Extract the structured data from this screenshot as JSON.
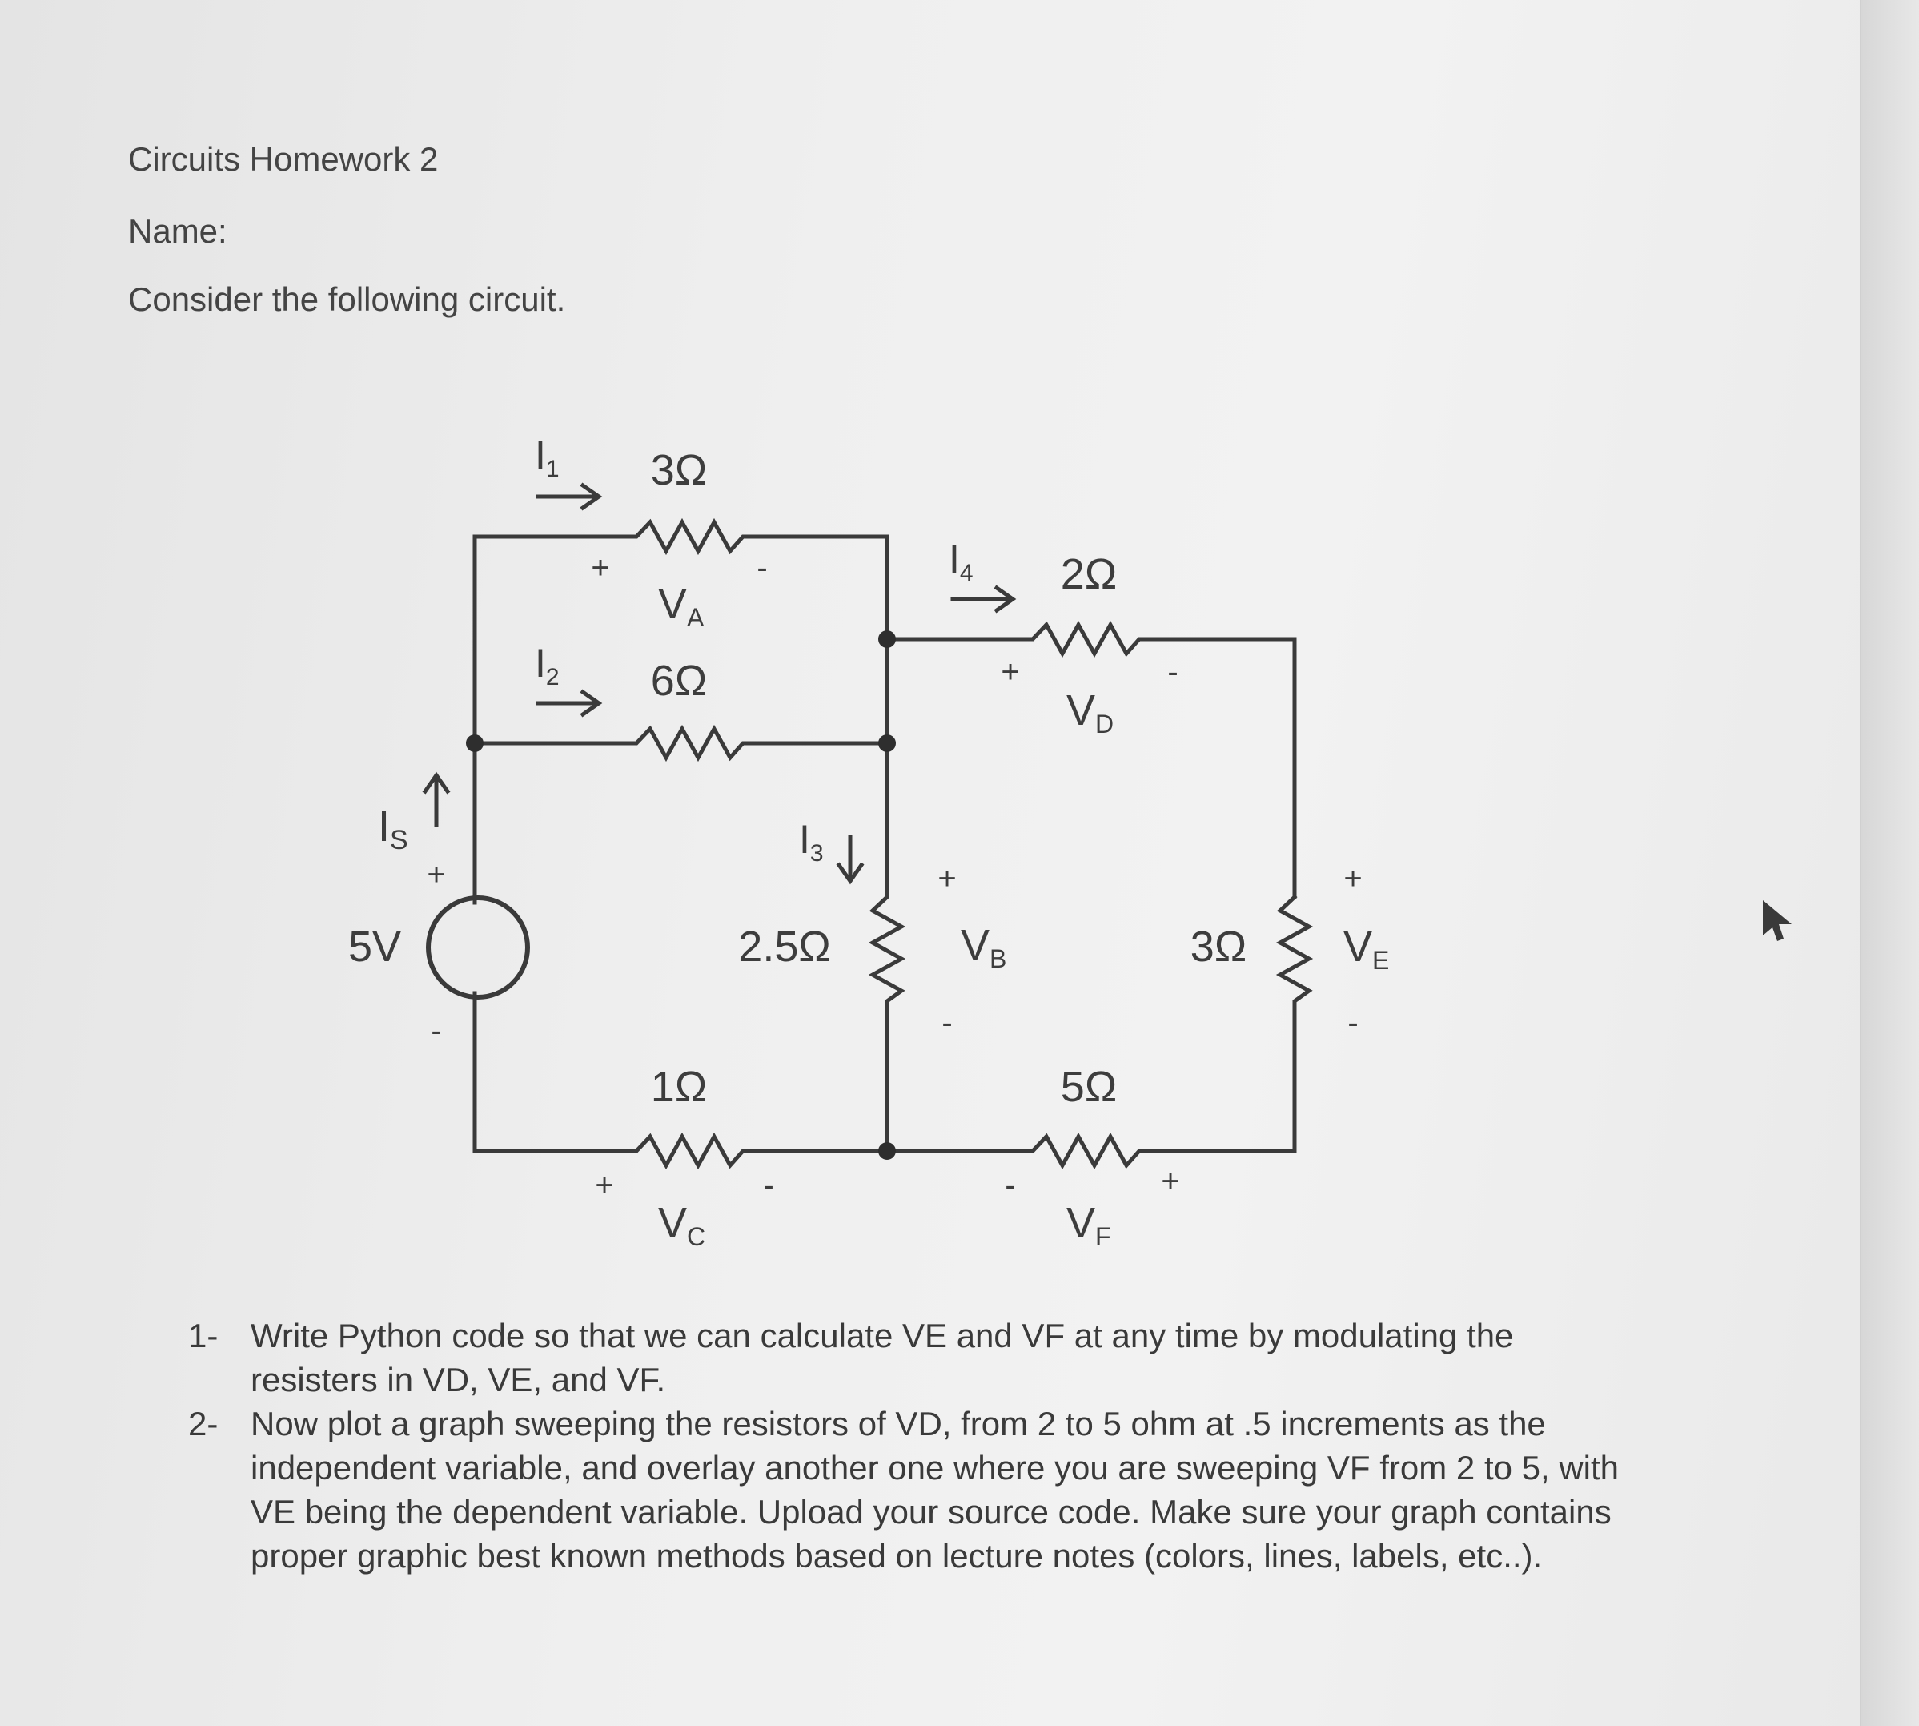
{
  "document": {
    "title": "Circuits Homework 2",
    "name_label": "Name:",
    "intro": "Consider the following circuit."
  },
  "circuit": {
    "source": {
      "value": "5V",
      "current_label": "I",
      "current_sub": "S",
      "plus": "+",
      "minus": "-"
    },
    "resistors": {
      "r_a": "3Ω",
      "r_6": "6Ω",
      "r_c": "1Ω",
      "r_b": "2.5Ω",
      "r_d": "2Ω",
      "r_e": "3Ω",
      "r_f": "5Ω"
    },
    "currents": {
      "i1": {
        "main": "I",
        "sub": "1"
      },
      "i2": {
        "main": "I",
        "sub": "2"
      },
      "i3": {
        "main": "I",
        "sub": "3"
      },
      "i4": {
        "main": "I",
        "sub": "4"
      }
    },
    "voltages": {
      "va": {
        "main": "V",
        "sub": "A"
      },
      "vb": {
        "main": "V",
        "sub": "B"
      },
      "vc": {
        "main": "V",
        "sub": "C"
      },
      "vd": {
        "main": "V",
        "sub": "D"
      },
      "ve": {
        "main": "V",
        "sub": "E"
      },
      "vf": {
        "main": "V",
        "sub": "F"
      }
    },
    "plus": "+",
    "minus": "-"
  },
  "questions": [
    {
      "number": "1-",
      "text": "Write Python code so that we can calculate VE and VF at any time by modulating the resisters in VD, VE, and VF."
    },
    {
      "number": "2-",
      "text": "Now plot a graph sweeping the resistors of VD, from 2 to 5  ohm at .5 increments as the independent variable, and overlay another one where you are sweeping VF from 2 to 5, with VE being the dependent variable. Upload your source code. Make sure your graph contains proper graphic best known methods based on lecture notes (colors, lines, labels, etc..)."
    }
  ]
}
